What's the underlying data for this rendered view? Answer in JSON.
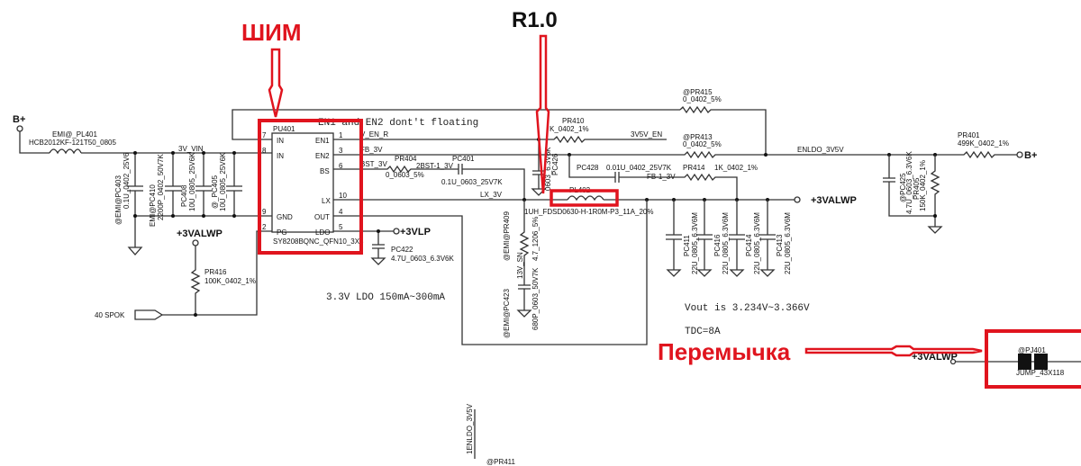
{
  "annotations": {
    "pwm": "ШИМ",
    "r10": "R1.0",
    "jumper": "Перемычка",
    "accent_color": "#e0141e"
  },
  "nets": {
    "bplus": "B+",
    "v3vin": "3V_VIN",
    "v3valwp": "+3VALWP",
    "v3vlp": "+3VLP",
    "spok": "40 SPOK",
    "v_en_r": "V_EN_R",
    "fb_3v": "FB_3V",
    "bst_3v": "BST_3V",
    "bst1_3v": "2BST-1_3V",
    "lx_3v": "LX_3V",
    "v3v5v_en": "3V5V_EN",
    "enldo": "ENLDO_3V5V",
    "fb1_3v": "FB-1_3V",
    "enldo_bottom": "1ENLDO_3V5V"
  },
  "chip": {
    "ref": "PU401",
    "part": "SY8208BQNC_QFN10_3X3",
    "left_pins": [
      {
        "num": "7",
        "name": "IN"
      },
      {
        "num": "8",
        "name": "IN"
      },
      {
        "num": "9",
        "name": "GND"
      },
      {
        "num": "2",
        "name": "PG"
      }
    ],
    "right_pins": [
      {
        "num": "1",
        "name": "EN1"
      },
      {
        "num": "3",
        "name": "EN2"
      },
      {
        "num": "6",
        "name": "BS"
      },
      {
        "num": "10",
        "name": "LX"
      },
      {
        "num": "4",
        "name": "OUT"
      },
      {
        "num": "5",
        "name": "LDO"
      }
    ]
  },
  "components": {
    "pl401": {
      "ref": "EMI@_PL401",
      "val": "HCB2012KF-121T50_0805"
    },
    "pc403": {
      "ref": "@EMI@PC403",
      "val": "0.1U_0402_25V6"
    },
    "pc410": {
      "ref": "EMI@PC410",
      "val": "2200P_0402_50V7K"
    },
    "pc408": {
      "ref": "PC408",
      "val": "10U_0805_25V6K"
    },
    "pc405": {
      "ref": "@_PC405",
      "val": "10U_0805_25V6K"
    },
    "pr416": {
      "ref": "PR416",
      "val": "100K_0402_1%"
    },
    "pr404": {
      "ref": "PR404",
      "val": "0_0603_5%"
    },
    "pc401": {
      "ref": "PC401",
      "val": "0.1U_0603_25V7K"
    },
    "pr410": {
      "ref": "PR410",
      "val": "K_0402_1%"
    },
    "pr415": {
      "ref": "@PR415",
      "val": "0_0402_5%"
    },
    "pr413": {
      "ref": "@PR413",
      "val": "0_0402_5%"
    },
    "pc426": {
      "ref": "PC426",
      "val": "0603_6.3V6K"
    },
    "pc428": {
      "ref": "PC428",
      "val": "0.01U_0402_25V7K"
    },
    "pr414": {
      "ref": "PR414",
      "val": "1K_0402_1%"
    },
    "pl402": {
      "ref": "PL402",
      "val": "1UH_FDSD0630-H-1R0M-P3_11A_20%"
    },
    "pr409": {
      "ref": "@EMI@PR409",
      "val": "4.7_1206_5%"
    },
    "pc423": {
      "ref": "@EMI@PC423",
      "val": "680P_0603_50V7K"
    },
    "snub": "13V_SN",
    "pc422": {
      "ref": "PC422",
      "val": "4.7U_0603_6.3V6K"
    },
    "pc411": {
      "ref": "PC411",
      "val": "22U_0805_6.3V6M"
    },
    "pc416": {
      "ref": "PC416",
      "val": "22U_0805_6.3V6M"
    },
    "pc414": {
      "ref": "PC414",
      "val": "22U_0805_6.3V6M"
    },
    "pc413": {
      "ref": "PC413",
      "val": "22U_0805_6.3V6M"
    },
    "pc425": {
      "ref": "@PC425",
      "val": "4.7U_0603_6.3V6K"
    },
    "pr405": {
      "ref": "PR405",
      "val": "150K_0402_1%"
    },
    "pr401": {
      "ref": "PR401",
      "val": "499K_0402_1%"
    },
    "pj401": {
      "ref": "@PJ401",
      "val": "JUMP_43X118"
    },
    "pr411": {
      "ref": "@PR411"
    }
  },
  "notes": {
    "en_note": "EN1 and EN2 dont't floating",
    "ldo_note": "3.3V LDO 150mA~300mA",
    "vout": "Vout is 3.234V~3.366V",
    "tdc": "TDC=8A"
  }
}
